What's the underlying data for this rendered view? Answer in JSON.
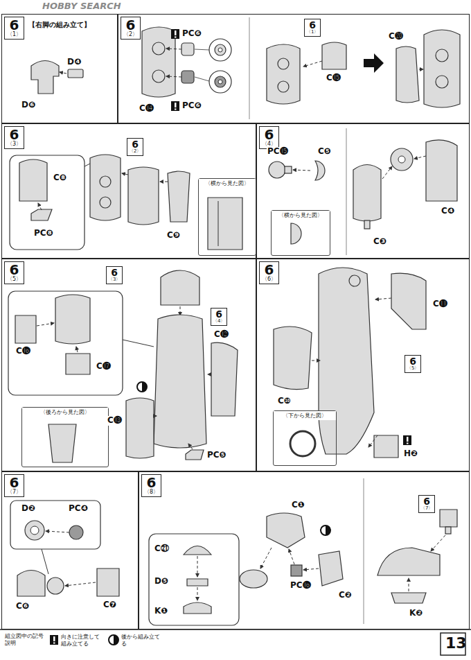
{
  "diagram": {
    "nodes": [
      {
        "text": [
          "6",
          "〈1〉",
          "【右脚の組み立て】"
        ]
      },
      {
        "text": [
          "6",
          "〈2〉"
        ]
      },
      {
        "text": [
          "6",
          "〈1〉"
        ],
        "in": 1
      },
      {
        "text": [
          "6",
          "〈3〉"
        ]
      },
      {
        "text": [
          "6",
          "〈2〉"
        ],
        "in": 3
      },
      {
        "text": [
          "〈横から見た図〉"
        ],
        "in": 3
      },
      {
        "text": [
          "6",
          "〈4〉"
        ]
      },
      {
        "text": [
          "〈横から見た図〉"
        ],
        "in": 6
      },
      {
        "text": [
          "6",
          "〈5〉"
        ]
      },
      {
        "text": [
          "6",
          "〈3〉"
        ],
        "in": 8
      },
      {
        "text": [
          "6",
          "〈4〉"
        ],
        "in": 8
      },
      {
        "text": [
          "〈後ろから見た図〉"
        ],
        "in": 8
      },
      {
        "text": [
          "6",
          "〈6〉"
        ]
      },
      {
        "text": [
          "6",
          "〈5〉"
        ],
        "in": 12
      },
      {
        "text": [
          "〈下から見た図〉"
        ],
        "in": 12
      },
      {
        "text": [
          "6",
          "〈7〉"
        ]
      },
      {
        "text": [
          "6",
          "〈8〉"
        ]
      },
      {
        "text": [
          "6",
          "〈7〉"
        ],
        "in": 16
      }
    ],
    "labels": [
      "HOBBY SEARCH",
      "D❹",
      "D❻",
      "PC❻",
      "C⓮",
      "PC❻",
      "C⓯",
      "C⓴",
      "C❽",
      "PC❽",
      "C❾",
      "PC⓯",
      "C❺",
      "C❹",
      "C❸",
      "C⓰",
      "C⓱",
      "C⓬",
      "C⓭",
      "PC❺",
      "C⓫",
      "C❿",
      "H❷",
      "D❷",
      "PC❹",
      "C❻",
      "C❼",
      "C❶",
      "C㉑",
      "D❺",
      "K❶",
      "PC⓰",
      "C❷",
      "K❷",
      "組立図中の記号説明",
      "13"
    ],
    "legend": [
      {
        "text": "向きに注意して組み立てる"
      },
      {
        "text": "後から組み立てる"
      }
    ]
  }
}
